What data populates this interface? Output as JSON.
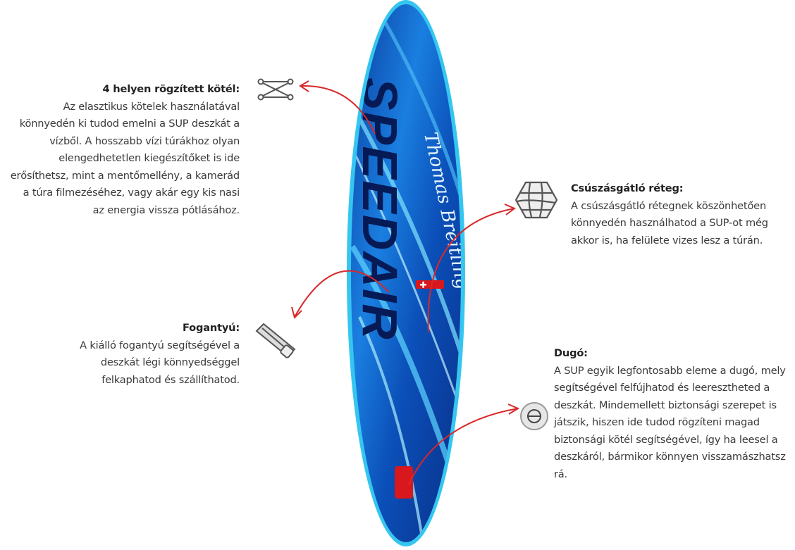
{
  "board": {
    "logo_text": "SPEEDAIR",
    "signature_text": "Thomas Breitling",
    "colors": {
      "outline": "#35c6f0",
      "deep": "#062a7a",
      "mid": "#0f63c9",
      "accent": "#d8181c"
    }
  },
  "arrow_color": "#d8282a",
  "features": [
    {
      "id": "rope",
      "icon": "bungee-rope-icon",
      "title": "4 helyen rögzített kötél:",
      "text": "Az elasztikus kötelek használatával könnyedén ki tudod emelni a SUP deszkát a vízből. A hosszabb vízi túrákhoz olyan elengedhetetlen kiegészítőket is ide erősíthetsz, mint a mentőmellény, a kamerád a túra filmezéséhez, vagy akár egy kis nasi az energia vissza pótlásához."
    },
    {
      "id": "handle",
      "icon": "carry-handle-icon",
      "title": "Fogantyú:",
      "text": "A kiálló fogantyú segítségével a deszkát légi könnyedséggel felkaphatod és szállíthatod."
    },
    {
      "id": "pad",
      "icon": "traction-pad-icon",
      "title": "Csúszásgátló réteg:",
      "text": "A csúszásgátló rétegnek köszönhetően könnyedén használhatod a SUP-ot még akkor is, ha felülete vizes lesz a túrán."
    },
    {
      "id": "valve",
      "icon": "valve-icon",
      "title": "Dugó:",
      "text": "A SUP egyik legfontosabb eleme a dugó, mely segítségével felfújhatod és leeresztheted a deszkát. Mindemellett biztonsági szerepet is játszik, hiszen ide tudod rögzíteni magad biztonsági kötél segítségével, így ha leesel a deszkáról, bármikor könnyen visszamászhatsz rá."
    }
  ]
}
